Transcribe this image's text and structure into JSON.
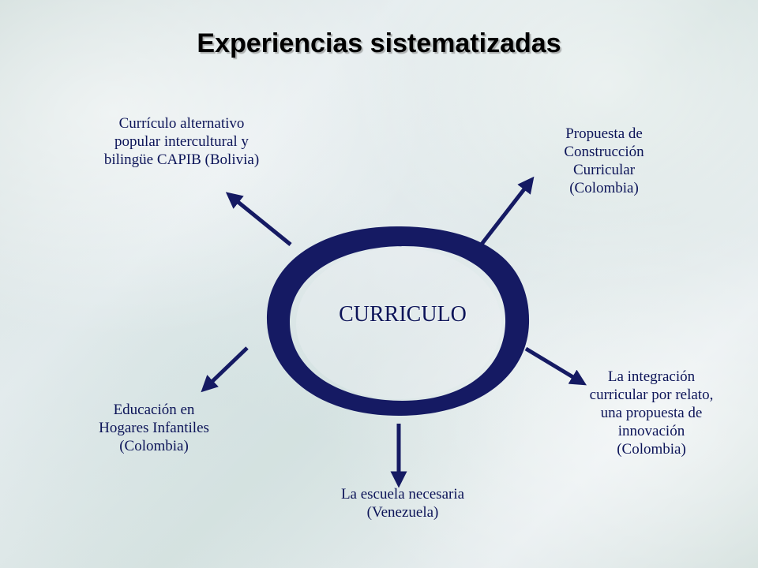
{
  "title": "Experiencias sistematizadas",
  "center": {
    "label": "CURRICULO"
  },
  "nodes": {
    "top_left": {
      "lines": [
        "Currículo alternativo",
        "popular intercultural y",
        "bilingüe CAPIB (Bolivia)"
      ]
    },
    "top_right": {
      "lines": [
        "Propuesta de",
        "Construcción",
        "Curricular",
        "(Colombia)"
      ]
    },
    "bottom_left": {
      "lines": [
        "Educación en",
        "Hogares Infantiles",
        "(Colombia)"
      ]
    },
    "bottom_center": {
      "lines": [
        "La escuela necesaria",
        "(Venezuela)"
      ]
    },
    "bottom_right": {
      "lines": [
        "La integración",
        "curricular por relato,",
        "una propuesta de",
        "innovación",
        "(Colombia)"
      ]
    }
  },
  "colors": {
    "ring": "#151a63",
    "arrow": "#151a63",
    "text": "#0c1458"
  }
}
